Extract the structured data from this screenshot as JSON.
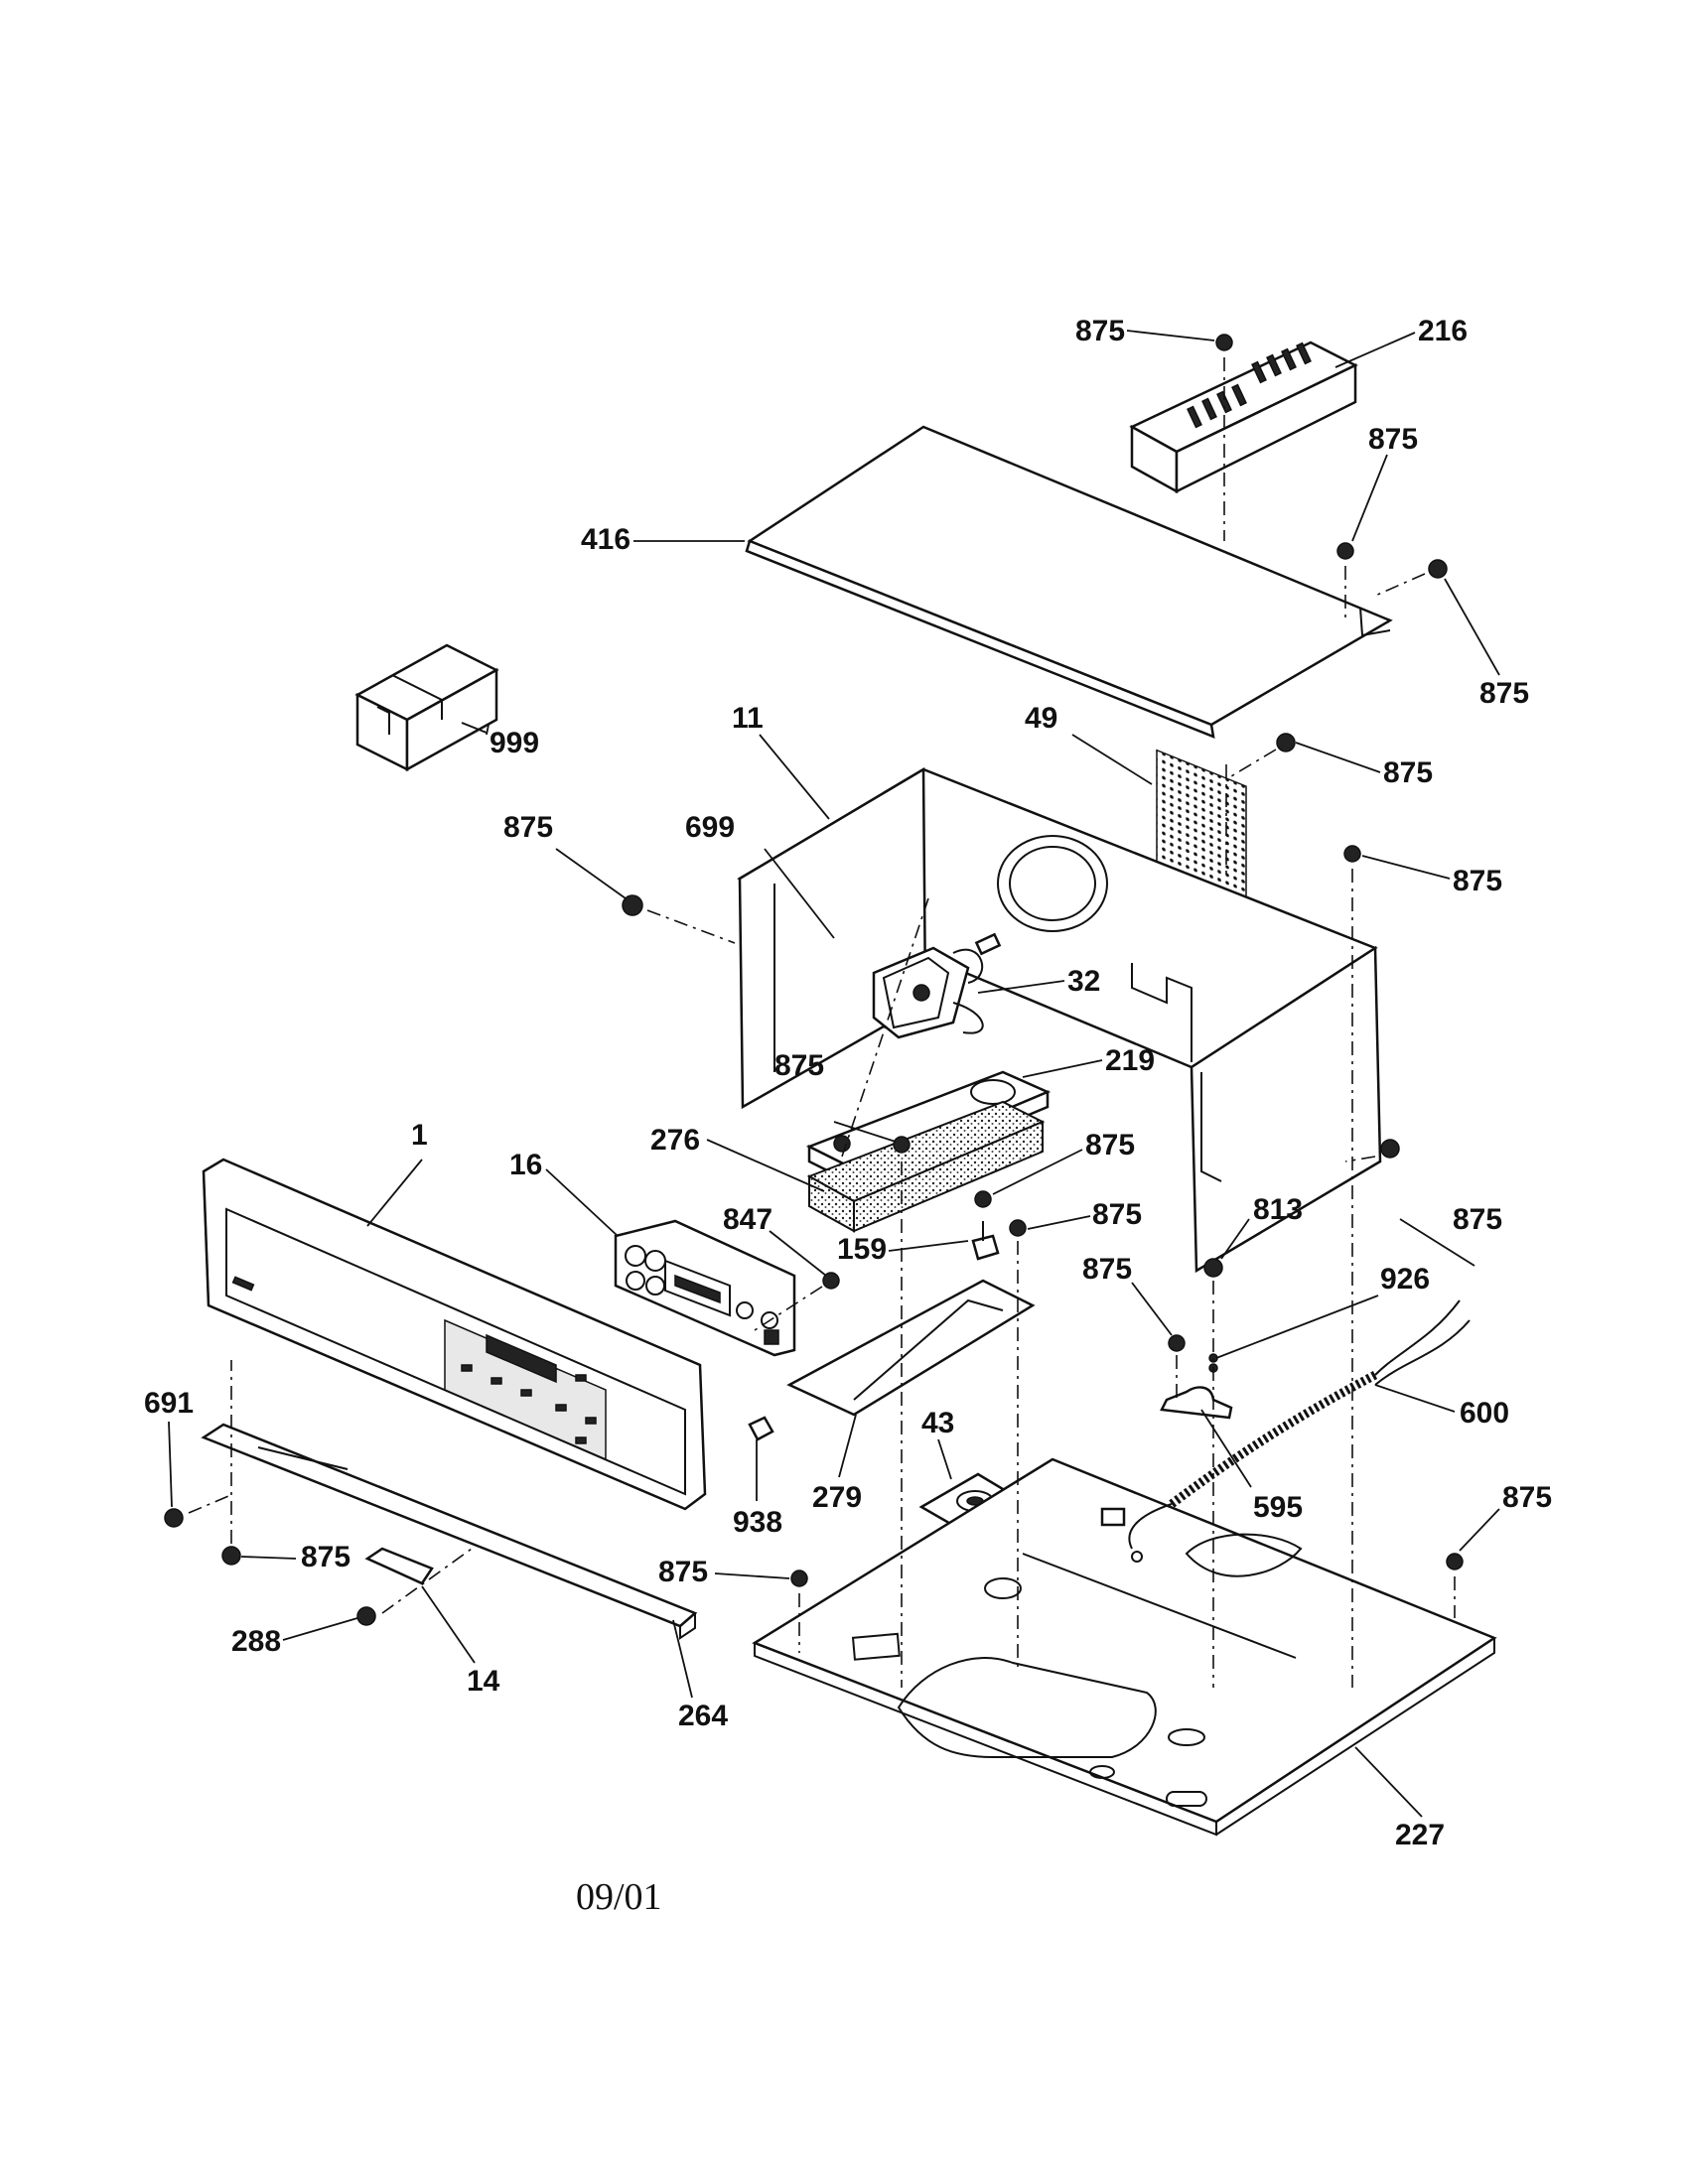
{
  "diagram": {
    "date_code": "09/01",
    "labels": {
      "p875_a": "875",
      "p216": "216",
      "p875_b": "875",
      "p416": "416",
      "p875_c": "875",
      "p999": "999",
      "p11": "11",
      "p49": "49",
      "p875_d": "875",
      "p875_e": "875",
      "p875_f": "875",
      "p699": "699",
      "p32": "32",
      "p875_g": "875",
      "p219": "219",
      "p276": "276",
      "p875_h": "875",
      "p1": "1",
      "p16": "16",
      "p875_i": "875",
      "p847": "847",
      "p813": "813",
      "p159": "159",
      "p875_j": "875",
      "p926": "926",
      "p875_k": "875",
      "p691": "691",
      "p600": "600",
      "p43": "43",
      "p938": "938",
      "p279": "279",
      "p595": "595",
      "p875_l": "875",
      "p875_m": "875",
      "p875_n": "875",
      "p288": "288",
      "p14": "14",
      "p264": "264",
      "p227": "227"
    }
  }
}
